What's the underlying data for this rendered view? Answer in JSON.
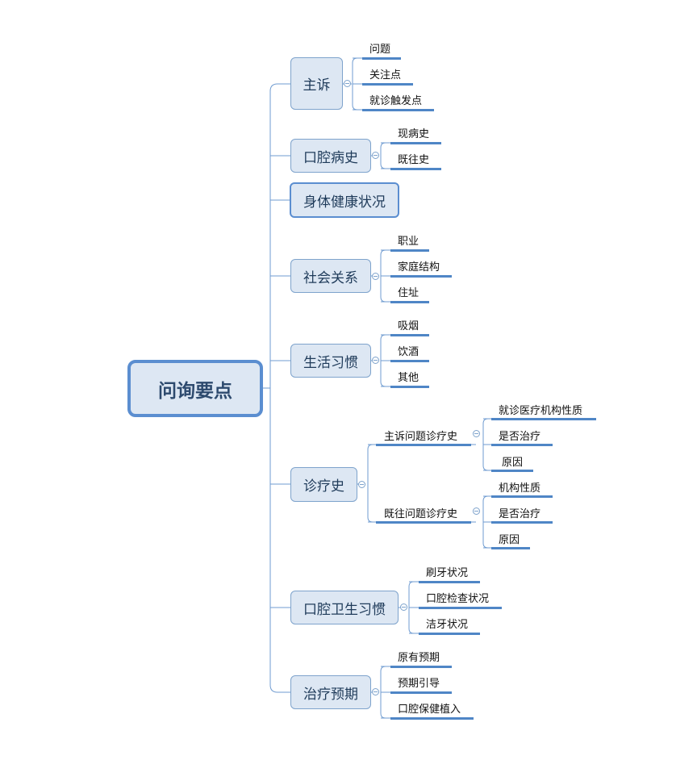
{
  "root": "问询要点",
  "branches": [
    {
      "label": "主诉",
      "children": [
        "问题",
        "关注点",
        "就诊触发点"
      ]
    },
    {
      "label": "口腔病史",
      "children": [
        "现病史",
        "既往史"
      ]
    },
    {
      "label": "身体健康状况",
      "children": []
    },
    {
      "label": "社会关系",
      "children": [
        "职业",
        "家庭结构",
        "住址"
      ]
    },
    {
      "label": "生活习惯",
      "children": [
        "吸烟",
        "饮酒",
        "其他"
      ]
    },
    {
      "label": "诊疗史",
      "children": [
        {
          "label": "主诉问题诊疗史",
          "children": [
            "就诊医疗机构性质",
            "是否治疗",
            "原因"
          ]
        },
        {
          "label": "既往问题诊疗史",
          "children": [
            "机构性质",
            "是否治疗",
            "原因"
          ]
        }
      ]
    },
    {
      "label": "口腔卫生习惯",
      "children": [
        "刷牙状况",
        "口腔检查状况",
        "洁牙状况"
      ]
    },
    {
      "label": "治疗预期",
      "children": [
        "原有预期",
        "预期引导",
        "口腔保健植入"
      ]
    }
  ],
  "colors": {
    "node_fill": "#dde7f3",
    "node_border": "#7ea3cc",
    "accent": "#4f86c6",
    "root_border": "#5b8ed0"
  }
}
